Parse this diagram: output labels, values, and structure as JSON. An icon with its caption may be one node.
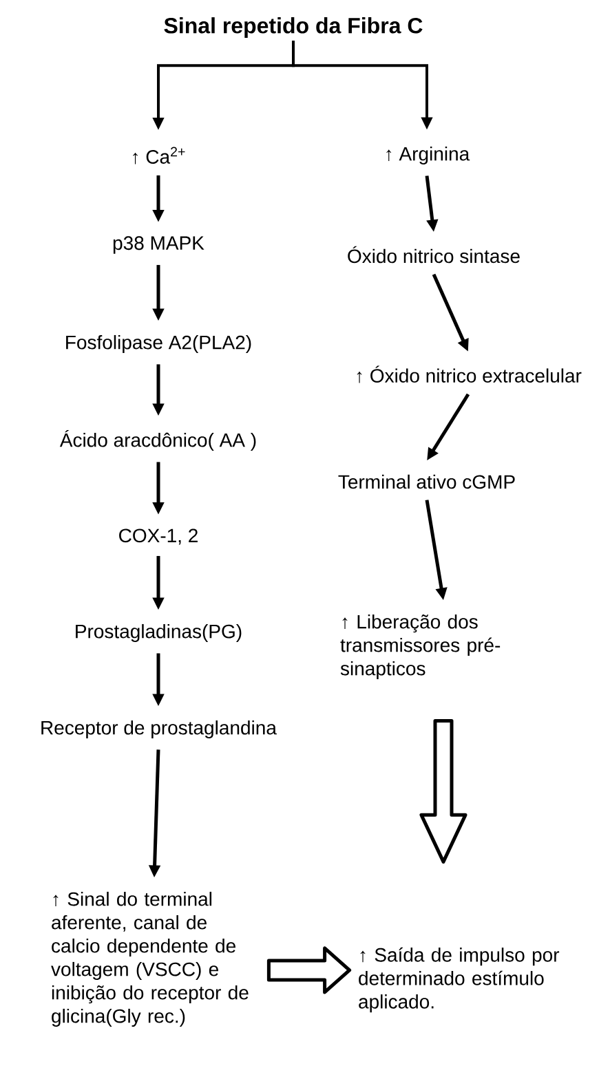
{
  "diagram": {
    "nodes": [
      {
        "text": [
          "Sinal repetido da Fibra C"
        ]
      },
      {
        "text": [
          "↑ Ca$^{2+}$"
        ]
      },
      {
        "text": [
          "p38 MAPK"
        ]
      },
      {
        "text": [
          "Fosfolipase A2(PLA2)"
        ]
      },
      {
        "text": [
          "Ácido aracdônico( AA )"
        ]
      },
      {
        "text": [
          "COX-1, 2"
        ]
      },
      {
        "text": [
          "Prostagladinas(PG)"
        ]
      },
      {
        "text": [
          "Receptor de prostaglandina"
        ]
      },
      {
        "text": [
          "↑ Sinal do terminal aferente, canal de calcio dependente de voltagem (VSCC) e inibição do receptor de glicina(Gly rec.)"
        ]
      },
      {
        "text": [
          "↑ Arginina"
        ]
      },
      {
        "text": [
          "Óxido nitrico sintase"
        ]
      },
      {
        "text": [
          "↑ Óxido nitrico extracelular"
        ]
      },
      {
        "text": [
          "Terminal ativo cGMP"
        ]
      },
      {
        "text": [
          "↑ Liberação dos transmissores pré-sinapticos"
        ]
      },
      {
        "text": [
          "↑ Saída de impulso por determinado estímulo aplicado."
        ]
      }
    ],
    "edges": [
      {
        "from": 0,
        "to": 1,
        "arrow": "to"
      },
      {
        "from": 0,
        "to": 9,
        "arrow": "to"
      },
      {
        "from": 1,
        "to": 2,
        "arrow": "to"
      },
      {
        "from": 2,
        "to": 3,
        "arrow": "to"
      },
      {
        "from": 3,
        "to": 4,
        "arrow": "to"
      },
      {
        "from": 4,
        "to": 5,
        "arrow": "to"
      },
      {
        "from": 5,
        "to": 6,
        "arrow": "to"
      },
      {
        "from": 6,
        "to": 7,
        "arrow": "to"
      },
      {
        "from": 7,
        "to": 8,
        "arrow": "to"
      },
      {
        "from": 9,
        "to": 10,
        "arrow": "to"
      },
      {
        "from": 10,
        "to": 11,
        "arrow": "to"
      },
      {
        "from": 11,
        "to": 12,
        "arrow": "to"
      },
      {
        "from": 12,
        "to": 13,
        "arrow": "to"
      },
      {
        "from": 13,
        "to": 14,
        "arrow": "to",
        "style": "thick"
      },
      {
        "from": 8,
        "to": 14,
        "arrow": "to",
        "style": "thick"
      }
    ]
  }
}
